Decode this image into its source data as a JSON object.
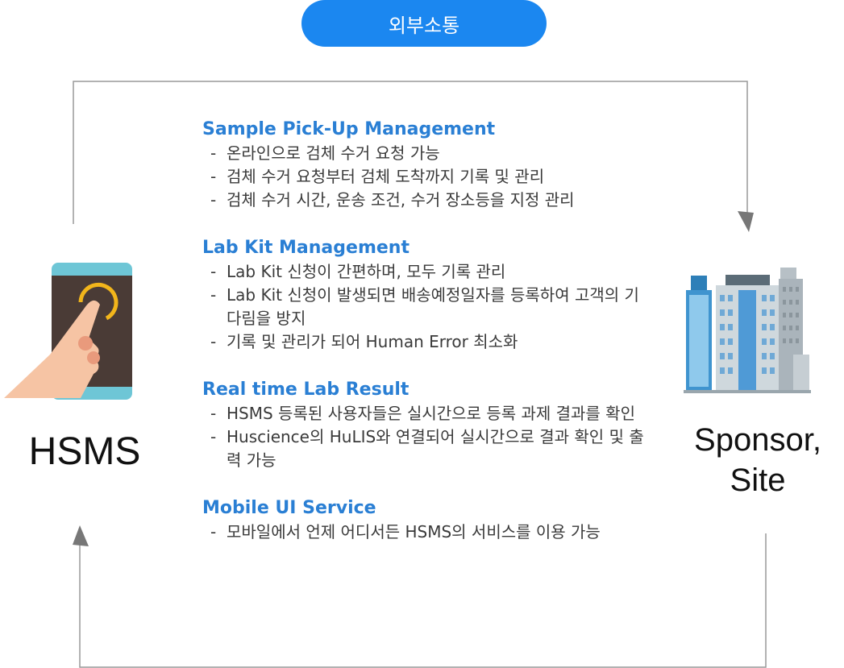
{
  "header": {
    "title": "외부소통"
  },
  "left_node": {
    "label": "HSMS",
    "icon": "smartphone-touch-icon"
  },
  "right_node": {
    "label_line1": "Sponsor,",
    "label_line2": "Site",
    "icon": "office-buildings-icon"
  },
  "sections": [
    {
      "title": "Sample Pick-Up Management",
      "items": [
        "온라인으로 검체 수거 요청 가능",
        "검체 수거 요청부터 검체 도착까지 기록 및 관리",
        "검체 수거 시간, 운송 조건, 수거 장소등을 지정 관리"
      ]
    },
    {
      "title": "Lab Kit Management",
      "items": [
        "Lab Kit 신청이 간편하며, 모두 기록 관리",
        "Lab Kit 신청이 발생되면 배송예정일자를 등록하여 고객의 기다림을 방지",
        "기록 및 관리가 되어 Human Error 최소화"
      ]
    },
    {
      "title": "Real time Lab Result",
      "items": [
        "HSMS 등록된 사용자들은 실시간으로 등록 과제 결과를 확인",
        "Huscience의 HuLIS와 연결되어 실시간으로 결과 확인 및 출력 가능"
      ]
    },
    {
      "title": "Mobile UI Service",
      "items": [
        "모바일에서 언제 어디서든 HSMS의 서비스를 이용 가능"
      ]
    }
  ],
  "colors": {
    "accent": "#1b87f0",
    "section_title": "#2a7fd4",
    "connector": "#888888"
  }
}
